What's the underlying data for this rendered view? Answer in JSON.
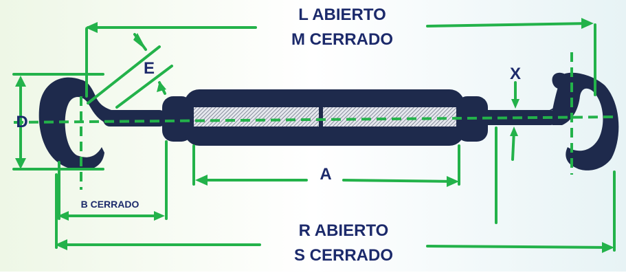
{
  "labels": {
    "l_abierto": "L  ABIERTO",
    "m_cerrado": "M CERRADO",
    "r_abierto": "R  ABIERTO",
    "s_cerrado": "S CERRADO",
    "a": "A",
    "b_cerrado": "B CERRADO",
    "d": "D",
    "e": "E",
    "x": "X"
  },
  "colors": {
    "dimension_line": "#23b24a",
    "body": "#1e2a4c",
    "text": "#1c2a6b",
    "background_tint": "#eef7e6"
  }
}
